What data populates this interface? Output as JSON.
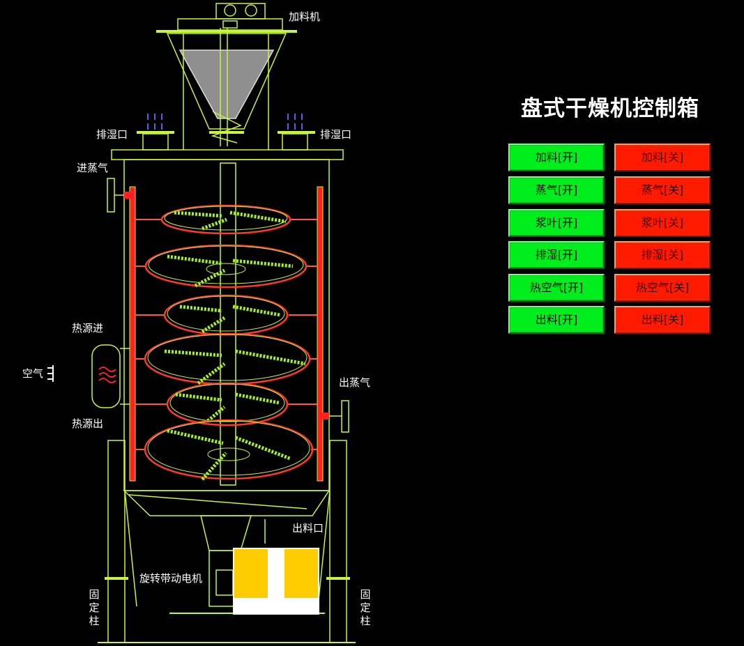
{
  "panel": {
    "title": "盘式干燥机控制箱",
    "buttons": [
      {
        "on": "加料[开]",
        "off": "加料[关]"
      },
      {
        "on": "蒸气[开]",
        "off": "蒸气[关]"
      },
      {
        "on": "浆叶[开]",
        "off": "浆叶[关]"
      },
      {
        "on": "排湿[开]",
        "off": "排湿[关]"
      },
      {
        "on": "热空气[开]",
        "off": "热空气[关]"
      },
      {
        "on": "出料[开]",
        "off": "出料[关]"
      }
    ]
  },
  "diagram": {
    "feeder": "加料机",
    "exhaust_left": "排湿口",
    "exhaust_right": "排湿口",
    "steam_in": "进蒸气",
    "heat_in": "热源进",
    "air": "空气",
    "heat_out": "热源出",
    "steam_out": "出蒸气",
    "discharge": "出料口",
    "motor": "旋转带动电机",
    "pillar_left": "固定柱",
    "pillar_right": "固定柱"
  },
  "colors": {
    "outline": "#c8f53c",
    "paddle": "#a4f020",
    "disc_rim": "#ff3a2a",
    "pipe_red": "#ff2020",
    "button_on": "#00ef1c",
    "button_off": "#ff1a00",
    "steam_marks": "#5a5aff",
    "hopper_fill": "#a8a8a8",
    "bin_fill": "#ffcc00"
  }
}
